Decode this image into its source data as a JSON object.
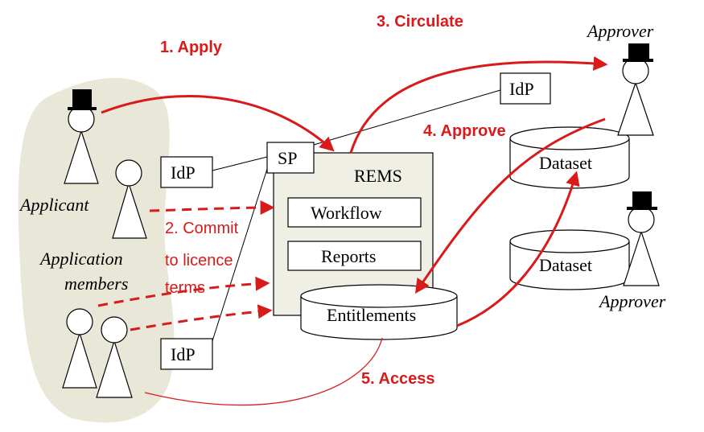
{
  "steps": {
    "apply": "1. Apply",
    "commit_line1": "2. Commit",
    "commit_line2": "to licence",
    "commit_line3": "terms",
    "circulate": "3. Circulate",
    "approve": "4. Approve",
    "access": "5. Access"
  },
  "labels": {
    "applicant": "Applicant",
    "members_line1": "Application",
    "members_line2": "members",
    "approver_top": "Approver",
    "approver_bottom": "Approver",
    "sp": "SP",
    "rems": "REMS",
    "workflow": "Workflow",
    "reports": "Reports",
    "entitlements": "Entitlements",
    "dataset_top": "Dataset",
    "dataset_bottom": "Dataset",
    "idp_top": "IdP",
    "idp_middle": "IdP",
    "idp_bottom": "IdP"
  },
  "colors": {
    "arrow_red": "#d91a1a",
    "group_fill": "#e9e8d8",
    "rems_fill": "#efefe6",
    "line": "#000000"
  }
}
